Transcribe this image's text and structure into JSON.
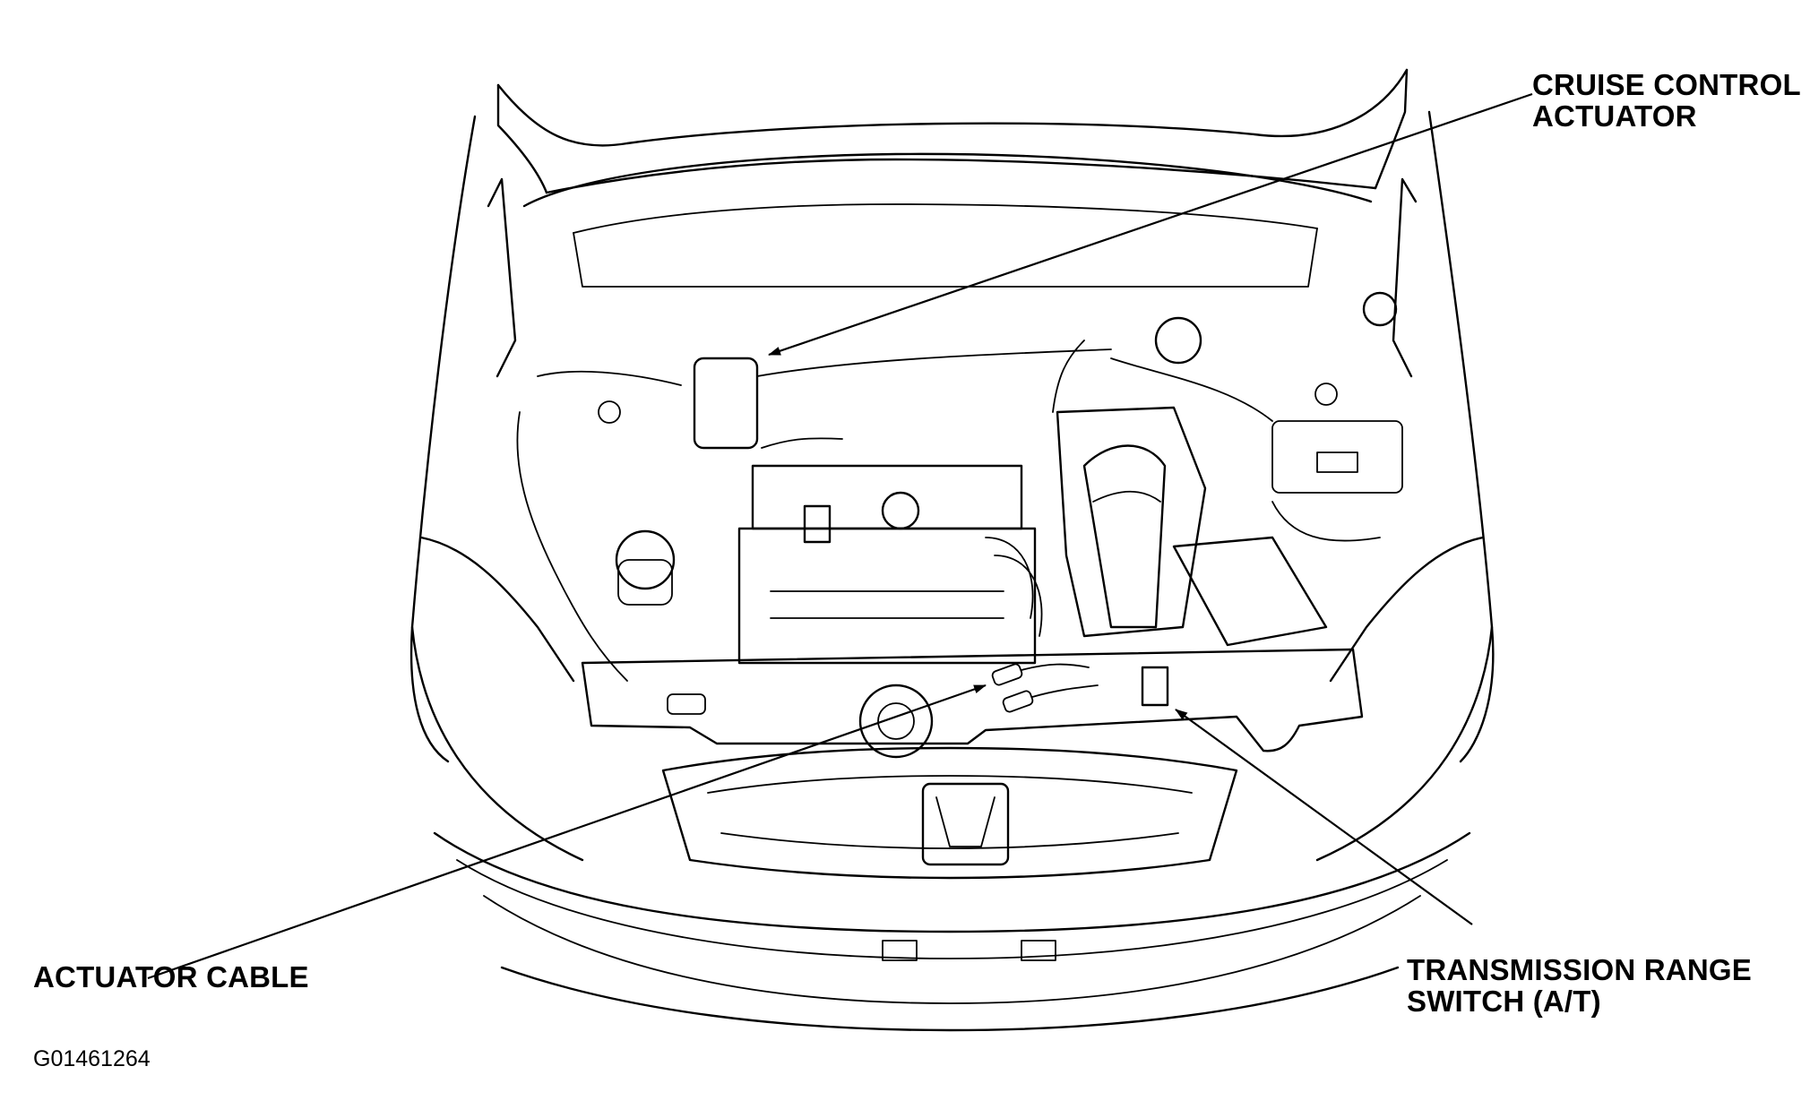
{
  "figure_id": "G01461264",
  "callouts": {
    "cruise_control_actuator": [
      "CRUISE CONTROL",
      "ACTUATOR"
    ],
    "actuator_cable": [
      "ACTUATOR CABLE"
    ],
    "transmission_range_switch": [
      "TRANSMISSION RANGE",
      "SWITCH (A/T)"
    ]
  },
  "colors": {
    "ink": "#000000",
    "paper": "#ffffff"
  }
}
